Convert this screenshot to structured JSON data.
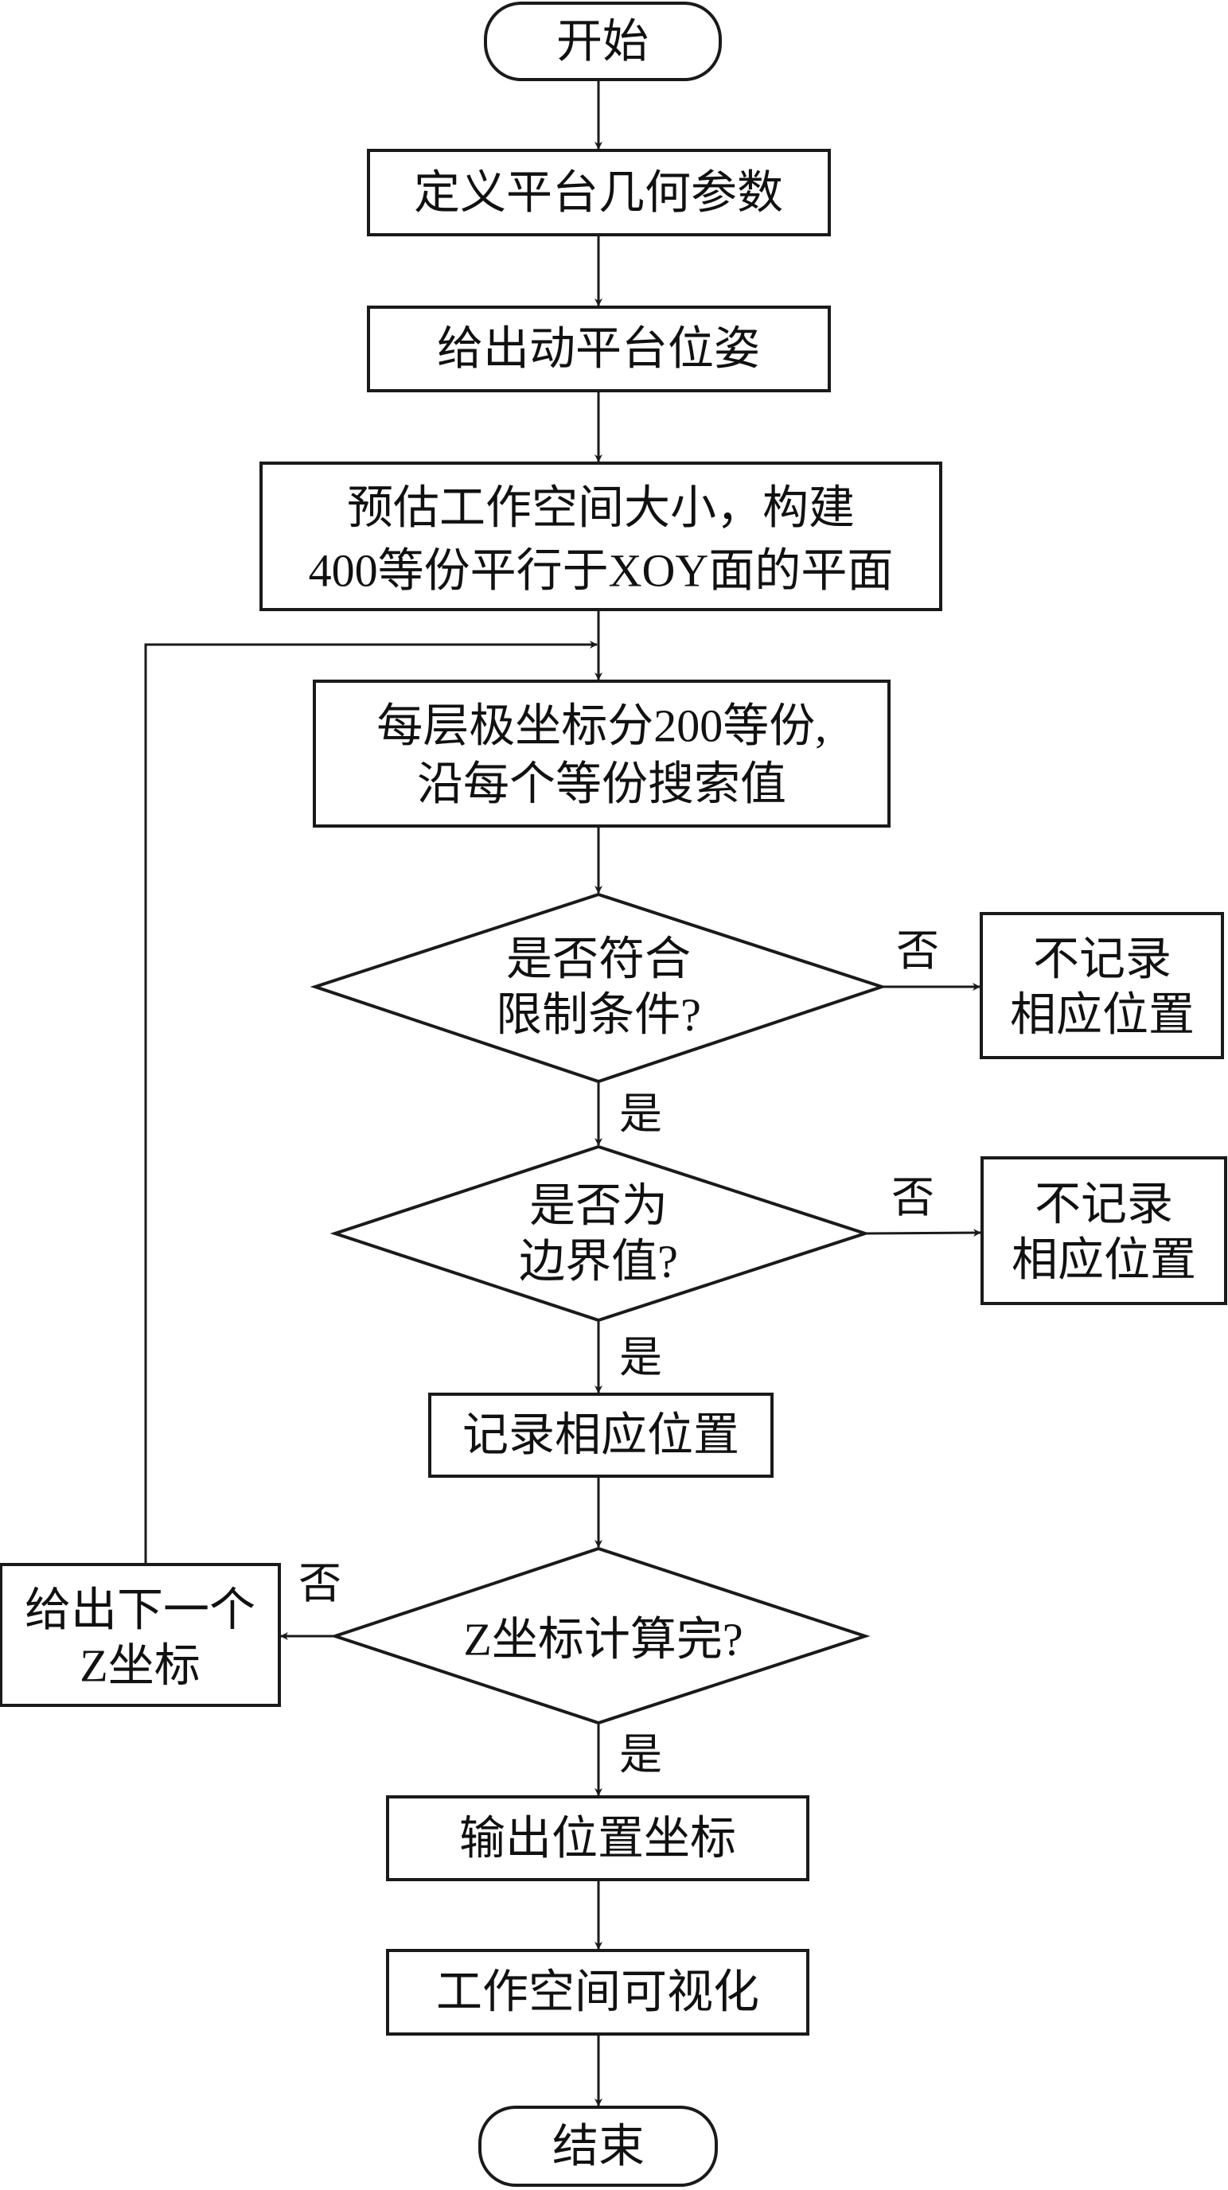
{
  "nodes": {
    "start": {
      "type": "terminal",
      "lines": [
        "开始"
      ]
    },
    "define_params": {
      "type": "process",
      "lines": [
        "定义平台几何参数"
      ]
    },
    "give_pose": {
      "type": "process",
      "lines": [
        "给出动平台位姿"
      ]
    },
    "estimate_space": {
      "type": "process",
      "lines": [
        "预估工作空间大小，构建",
        "400等份平行于XOY面的平面"
      ]
    },
    "polar_split": {
      "type": "process",
      "lines": [
        "每层极坐标分200等份,",
        "沿每个等份搜索值"
      ]
    },
    "check_constraints": {
      "type": "decision",
      "lines": [
        "是否符合",
        "限制条件?"
      ]
    },
    "no_record_1": {
      "type": "process",
      "lines": [
        "不记录",
        "相应位置"
      ]
    },
    "check_boundary": {
      "type": "decision",
      "lines": [
        "是否为",
        "边界值?"
      ]
    },
    "no_record_2": {
      "type": "process",
      "lines": [
        "不记录",
        "相应位置"
      ]
    },
    "record_position": {
      "type": "process",
      "lines": [
        "记录相应位置"
      ]
    },
    "z_done": {
      "type": "decision",
      "lines": [
        "Z坐标计算完?"
      ]
    },
    "next_z": {
      "type": "process",
      "lines": [
        "给出下一个",
        "Z坐标"
      ]
    },
    "output_coords": {
      "type": "process",
      "lines": [
        "输出位置坐标"
      ]
    },
    "visualize": {
      "type": "process",
      "lines": [
        "工作空间可视化"
      ]
    },
    "end": {
      "type": "terminal",
      "lines": [
        "结束"
      ]
    }
  },
  "edge_labels": {
    "constraints_no": "否",
    "constraints_yes": "是",
    "boundary_no": "否",
    "boundary_yes": "是",
    "z_no": "否",
    "z_yes": "是"
  },
  "edges": [
    {
      "from": "start",
      "to": "define_params"
    },
    {
      "from": "define_params",
      "to": "give_pose"
    },
    {
      "from": "give_pose",
      "to": "estimate_space"
    },
    {
      "from": "estimate_space",
      "to": "polar_split"
    },
    {
      "from": "polar_split",
      "to": "check_constraints"
    },
    {
      "from": "check_constraints",
      "to": "no_record_1",
      "label": "否"
    },
    {
      "from": "check_constraints",
      "to": "check_boundary",
      "label": "是"
    },
    {
      "from": "check_boundary",
      "to": "no_record_2",
      "label": "否"
    },
    {
      "from": "check_boundary",
      "to": "record_position",
      "label": "是"
    },
    {
      "from": "record_position",
      "to": "z_done"
    },
    {
      "from": "z_done",
      "to": "next_z",
      "label": "否"
    },
    {
      "from": "next_z",
      "to": "polar_split"
    },
    {
      "from": "z_done",
      "to": "output_coords",
      "label": "是"
    },
    {
      "from": "output_coords",
      "to": "visualize"
    },
    {
      "from": "visualize",
      "to": "end"
    }
  ]
}
